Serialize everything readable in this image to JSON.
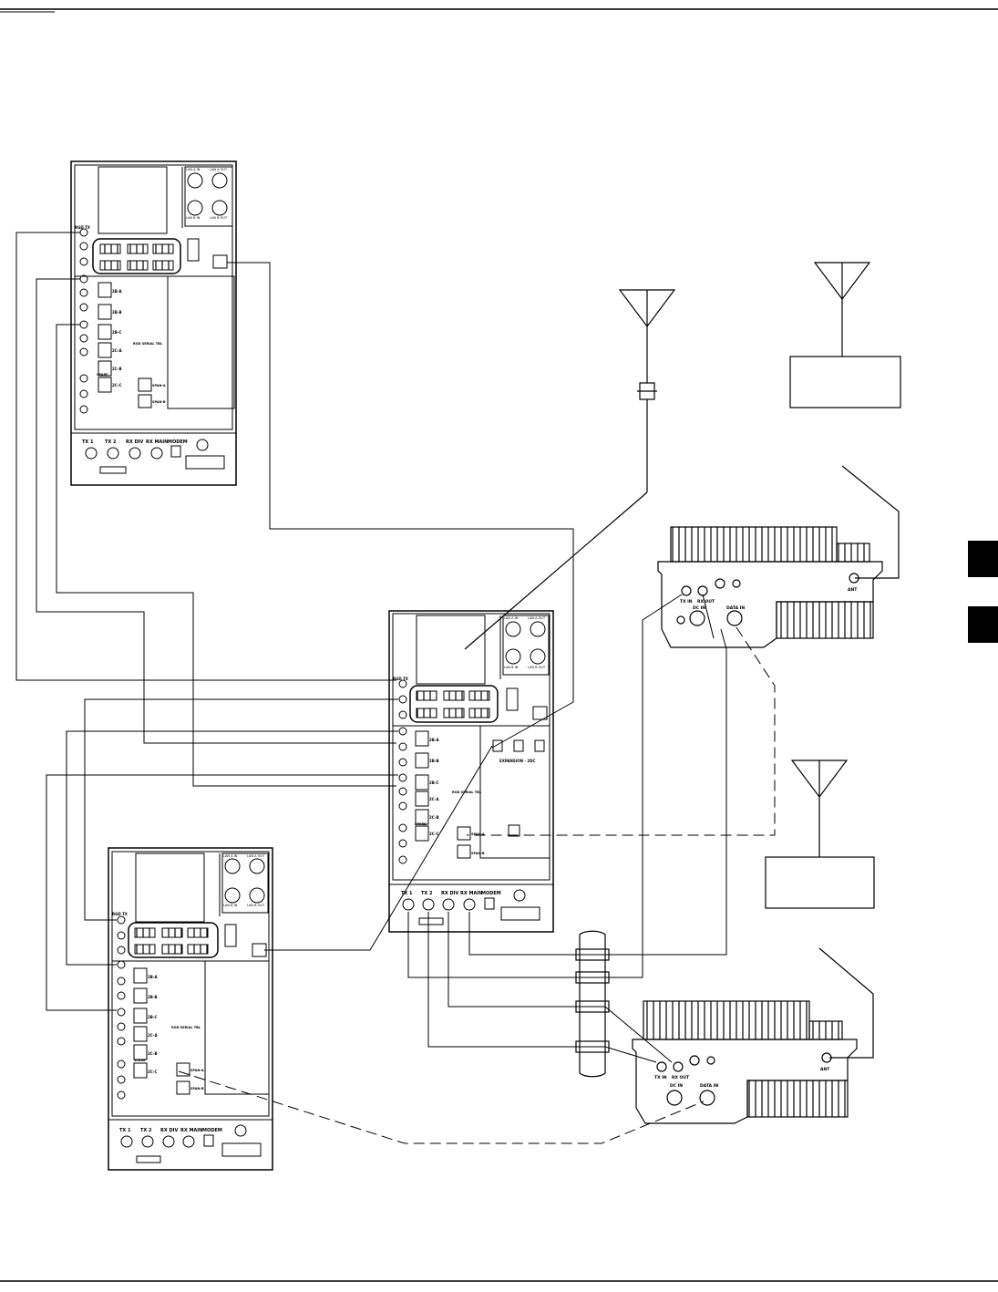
{
  "colors": {
    "ink": "#000000",
    "paper": "#ffffff",
    "tab": "#000000"
  },
  "cabinet_upper_left": {
    "ports": [
      "TX 1",
      "TX 2",
      "RX DIV",
      "RX MAIN",
      "MODEM"
    ],
    "rgd_tx": "RGD TX",
    "alarm_labels": [
      "LAN A IN",
      "LAN A OUT",
      "LAN B IN",
      "LAN B OUT"
    ],
    "hso_labels": [
      "2B-A",
      "2B-B",
      "2B-C",
      "2C-A",
      "2C-B",
      "2C-C"
    ],
    "spare": "SPARE",
    "span": [
      "SPAN-A",
      "SPAN-B"
    ],
    "serial": "RGD SERIAL TBL"
  },
  "cabinet_middle": {
    "ports": [
      "TX 1",
      "TX 2",
      "RX DIV",
      "RX MAIN",
      "MODEM"
    ],
    "rgd_tx": "RGD TX",
    "alarm_labels": [
      "LAN A IN",
      "LAN A OUT",
      "LAN B IN",
      "LAN B OUT"
    ],
    "hso_labels": [
      "2B-A",
      "2B-B",
      "2B-C",
      "2C-A",
      "2C-B",
      "2C-C"
    ],
    "spare": "SPARE",
    "span": [
      "SPAN-A",
      "SPAN-B"
    ],
    "expansion": "EXPANSION - 2DC",
    "serial": "RGD SERIAL TBL"
  },
  "cabinet_lower_left": {
    "ports": [
      "TX 1",
      "TX 2",
      "RX DIV",
      "RX MAIN",
      "MODEM"
    ],
    "rgd_tx": "RGD TX",
    "alarm_labels": [
      "LAN A IN",
      "LAN A OUT",
      "LAN B IN",
      "LAN B OUT"
    ],
    "hso_labels": [
      "2B-A",
      "2B-B",
      "2B-C",
      "2C-A",
      "2C-B",
      "2C-C"
    ],
    "spare": "SPARE",
    "span": [
      "SPAN-A",
      "SPAN-B"
    ],
    "serial": "RGD SERIAL TBL"
  },
  "amplifier_upper": {
    "connectors": [
      "TX IN",
      "RX OUT",
      "DC IN",
      "DATA IN",
      "ANT"
    ]
  },
  "amplifier_lower": {
    "connectors": [
      "TX IN",
      "RX OUT",
      "DC IN",
      "DATA IN",
      "ANT"
    ]
  }
}
